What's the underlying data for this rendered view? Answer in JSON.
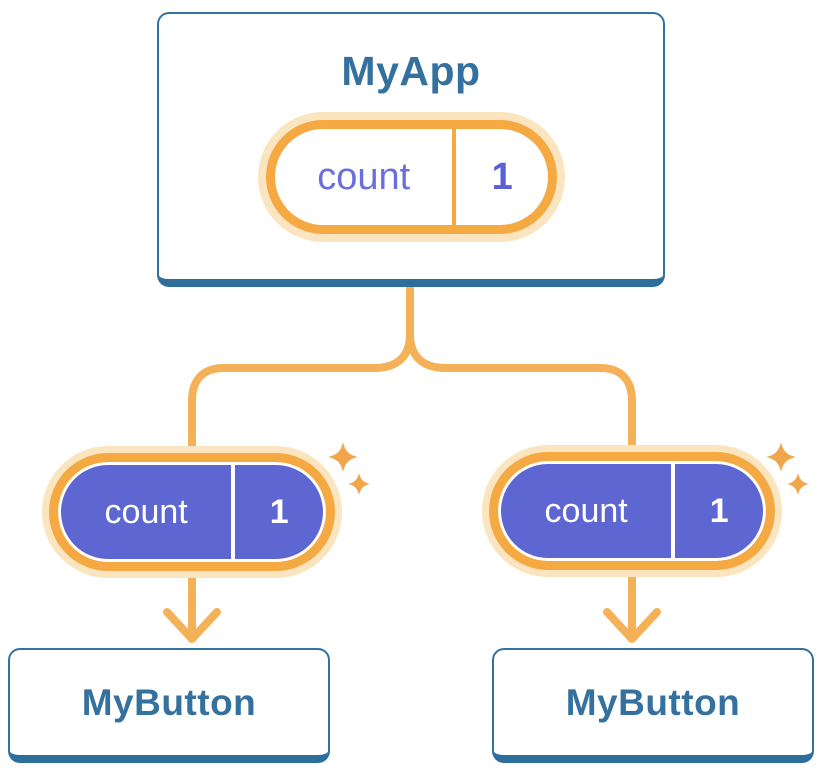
{
  "diagram": {
    "description": "React component tree sharing state: MyApp holds count state passed down to two MyButton children",
    "root": {
      "title": "MyApp",
      "state": {
        "name": "count",
        "value": "1"
      }
    },
    "children": [
      {
        "title": "MyButton",
        "state": {
          "name": "count",
          "value": "1"
        }
      },
      {
        "title": "MyButton",
        "state": {
          "name": "count",
          "value": "1"
        }
      }
    ],
    "colors": {
      "card_border": "#35719E",
      "card_bottom_edge": "#2E6E9C",
      "card_fill": "#ffffff",
      "title_text": "#35719E",
      "connector_orange": "#F5B158",
      "pill_ring_orange": "#F5A942",
      "pill_halo": "#FBE5C0",
      "state_purple_fill": "#5E66D2",
      "state_text_purple": "#6B6FDC",
      "state_text_white": "#ffffff",
      "sparkle_orange": "#F2A64B"
    }
  }
}
